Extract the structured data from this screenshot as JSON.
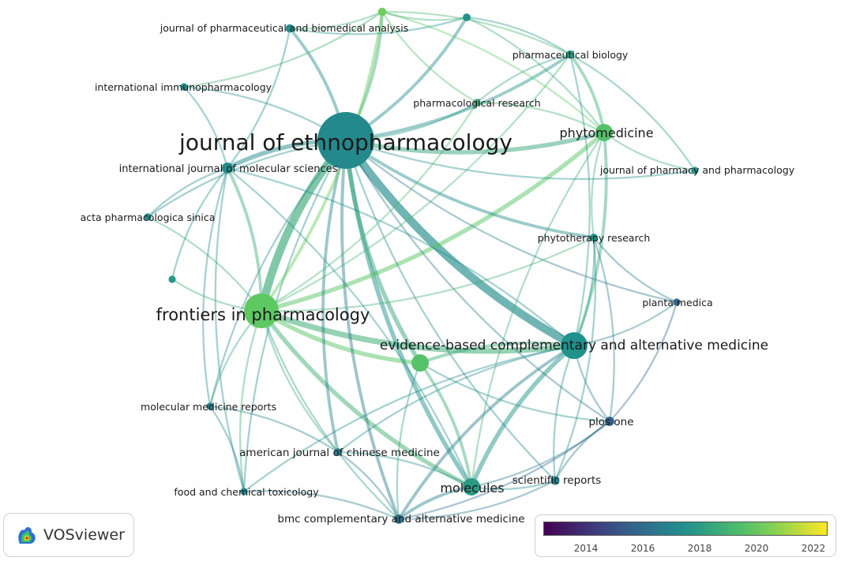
{
  "app": {
    "name": "VOSviewer"
  },
  "nodes": [
    {
      "id": "jep",
      "label": "journal of ethnopharmacology",
      "weight": 10.0,
      "avg_year": 2017.2
    },
    {
      "id": "fip",
      "label": "frontiers in pharmacology",
      "weight": 6.0,
      "avg_year": 2020.0
    },
    {
      "id": "ecam",
      "label": "evidence-based complementary and alternative medicine",
      "weight": 5.0,
      "avg_year": 2017.5
    },
    {
      "id": "phyto",
      "label": "phytomedicine",
      "weight": 3.0,
      "avg_year": 2019.6
    },
    {
      "id": "mol",
      "label": "molecules",
      "weight": 3.0,
      "avg_year": 2017.9
    },
    {
      "id": "ijms",
      "label": "international journal of molecular sciences",
      "weight": 2.0,
      "avg_year": 2017.3
    },
    {
      "id": "jpba",
      "label": "journal of pharmaceutical and biomedical analysis",
      "weight": 1.4,
      "avg_year": 2017.4
    },
    {
      "id": "pb",
      "label": "pharmaceutical biology",
      "weight": 1.4,
      "avg_year": 2018.0
    },
    {
      "id": "ii",
      "label": "international immunopharmacology",
      "weight": 1.0,
      "avg_year": 2017.5
    },
    {
      "id": "pr",
      "label": "pharmacological research",
      "weight": 1.0,
      "avg_year": 2018.5
    },
    {
      "id": "jpp",
      "label": "journal of pharmacy and pharmacology",
      "weight": 1.0,
      "avg_year": 2017.7
    },
    {
      "id": "aps",
      "label": "acta pharmacologica sinica",
      "weight": 1.0,
      "avg_year": 2017.3
    },
    {
      "id": "ptr",
      "label": "phytotherapy research",
      "weight": 1.2,
      "avg_year": 2017.6
    },
    {
      "id": "pm",
      "label": "planta medica",
      "weight": 1.0,
      "avg_year": 2015.8
    },
    {
      "id": "mmr",
      "label": "molecular medicine reports",
      "weight": 1.0,
      "avg_year": 2016.8
    },
    {
      "id": "plos",
      "label": "plos one",
      "weight": 1.8,
      "avg_year": 2015.6
    },
    {
      "id": "ajcm",
      "label": "american journal of chinese medicine",
      "weight": 1.2,
      "avg_year": 2016.9
    },
    {
      "id": "sr",
      "label": "scientific reports",
      "weight": 1.6,
      "avg_year": 2016.9
    },
    {
      "id": "fct",
      "label": "food and chemical toxicology",
      "weight": 1.0,
      "avg_year": 2017.2
    },
    {
      "id": "bmc",
      "label": "bmc complementary and alternative medicine",
      "weight": 1.8,
      "avg_year": 2016.1
    },
    {
      "id": "u1",
      "label": "",
      "weight": 1.4,
      "avg_year": 2020.3
    },
    {
      "id": "u2",
      "label": "",
      "weight": 1.2,
      "avg_year": 2017.6
    },
    {
      "id": "u3",
      "label": "",
      "weight": 1.0,
      "avg_year": 2017.8
    },
    {
      "id": "u4",
      "label": "",
      "weight": 4.0,
      "avg_year": 2019.7
    }
  ],
  "links": [
    [
      "jep",
      "fip",
      6
    ],
    [
      "jep",
      "ecam",
      6
    ],
    [
      "fip",
      "ecam",
      4
    ],
    [
      "jep",
      "phyto",
      3
    ],
    [
      "jep",
      "mol",
      3
    ],
    [
      "jep",
      "ijms",
      3
    ],
    [
      "fip",
      "phyto",
      3
    ],
    [
      "fip",
      "mol",
      3
    ],
    [
      "ecam",
      "mol",
      3
    ],
    [
      "jep",
      "u4",
      3
    ],
    [
      "fip",
      "u4",
      3
    ],
    [
      "ecam",
      "u4",
      2
    ],
    [
      "jep",
      "jpba",
      2
    ],
    [
      "jep",
      "pb",
      2
    ],
    [
      "jep",
      "u1",
      2
    ],
    [
      "jep",
      "u2",
      2
    ],
    [
      "jep",
      "pr",
      1
    ],
    [
      "jep",
      "ptr",
      2
    ],
    [
      "jep",
      "bmc",
      2
    ],
    [
      "jep",
      "ajcm",
      2
    ],
    [
      "jep",
      "plos",
      1
    ],
    [
      "jep",
      "sr",
      1
    ],
    [
      "jep",
      "ii",
      1
    ],
    [
      "jep",
      "aps",
      1
    ],
    [
      "jep",
      "fct",
      1
    ],
    [
      "jep",
      "mmr",
      1
    ],
    [
      "jep",
      "jpp",
      1
    ],
    [
      "jep",
      "pm",
      1
    ],
    [
      "fip",
      "ijms",
      2
    ],
    [
      "fip",
      "u1",
      2
    ],
    [
      "fip",
      "pr",
      1
    ],
    [
      "fip",
      "ptr",
      1
    ],
    [
      "fip",
      "pb",
      1
    ],
    [
      "fip",
      "bmc",
      1
    ],
    [
      "fip",
      "ajcm",
      1
    ],
    [
      "fip",
      "fct",
      1
    ],
    [
      "fip",
      "mmr",
      1
    ],
    [
      "fip",
      "aps",
      1
    ],
    [
      "ecam",
      "bmc",
      2
    ],
    [
      "ecam",
      "plos",
      1
    ],
    [
      "ecam",
      "ptr",
      1
    ],
    [
      "ecam",
      "phyto",
      2
    ],
    [
      "ecam",
      "sr",
      1
    ],
    [
      "ecam",
      "ajcm",
      1
    ],
    [
      "ecam",
      "pm",
      1
    ],
    [
      "ecam",
      "pb",
      1
    ],
    [
      "ecam",
      "fct",
      1
    ],
    [
      "ecam",
      "ijms",
      1
    ],
    [
      "phyto",
      "pb",
      2
    ],
    [
      "phyto",
      "pr",
      1
    ],
    [
      "phyto",
      "jpp",
      1
    ],
    [
      "phyto",
      "ptr",
      1
    ],
    [
      "phyto",
      "u1",
      1
    ],
    [
      "phyto",
      "u2",
      1
    ],
    [
      "phyto",
      "mol",
      1
    ],
    [
      "mol",
      "bmc",
      2
    ],
    [
      "mol",
      "sr",
      1
    ],
    [
      "mol",
      "ijms",
      1
    ],
    [
      "mol",
      "ajcm",
      1
    ],
    [
      "mol",
      "plos",
      1
    ],
    [
      "mol",
      "u4",
      2
    ],
    [
      "ijms",
      "aps",
      1
    ],
    [
      "ijms",
      "ii",
      1
    ],
    [
      "ijms",
      "mmr",
      1
    ],
    [
      "ijms",
      "jpba",
      1
    ],
    [
      "ijms",
      "u3",
      1
    ],
    [
      "ijms",
      "fct",
      1
    ],
    [
      "bmc",
      "fct",
      1
    ],
    [
      "bmc",
      "ajcm",
      1
    ],
    [
      "bmc",
      "plos",
      1
    ],
    [
      "bmc",
      "sr",
      1
    ],
    [
      "plos",
      "sr",
      1
    ],
    [
      "plos",
      "pm",
      1
    ],
    [
      "plos",
      "ptr",
      1
    ],
    [
      "pb",
      "u2",
      1
    ],
    [
      "pb",
      "u1",
      1
    ],
    [
      "pb",
      "pr",
      1
    ],
    [
      "jpba",
      "u1",
      1
    ],
    [
      "jpba",
      "u2",
      1
    ],
    [
      "u1",
      "u2",
      1
    ],
    [
      "u1",
      "pr",
      1
    ],
    [
      "ajcm",
      "mmr",
      1
    ],
    [
      "fct",
      "mmr",
      1
    ],
    [
      "u3",
      "fip",
      1
    ],
    [
      "ii",
      "u1",
      1
    ],
    [
      "ptr",
      "pm",
      1
    ],
    [
      "jpp",
      "pb",
      1
    ],
    [
      "sr",
      "ptr",
      1
    ],
    [
      "u4",
      "bmc",
      1
    ],
    [
      "u4",
      "plos",
      1
    ]
  ],
  "legend": {
    "min_year": 2012.5,
    "max_year": 2022.5,
    "ticks": [
      2014,
      2016,
      2018,
      2020,
      2022
    ]
  }
}
